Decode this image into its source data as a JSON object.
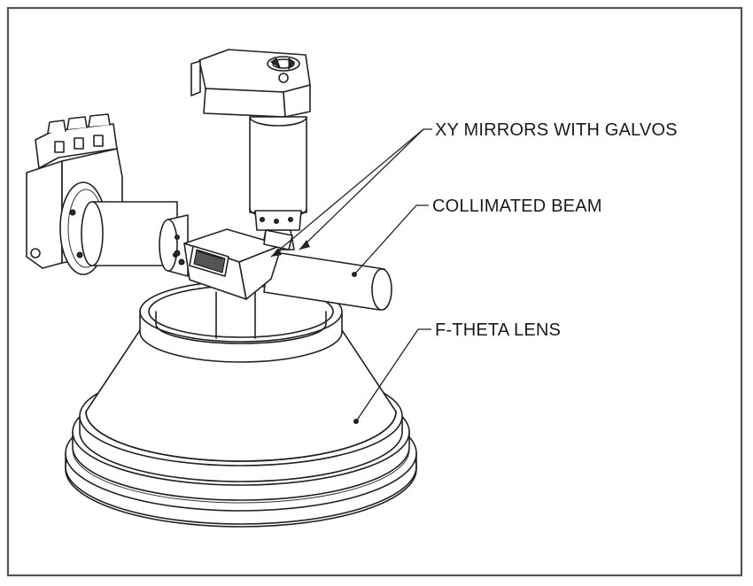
{
  "labels": {
    "mirrors": "XY MIRRORS WITH GALVOS",
    "beam": "COLLIMATED BEAM",
    "lens": "F-THETA LENS"
  },
  "colors": {
    "line": "#222222",
    "frame": "#555555",
    "background": "#ffffff"
  }
}
